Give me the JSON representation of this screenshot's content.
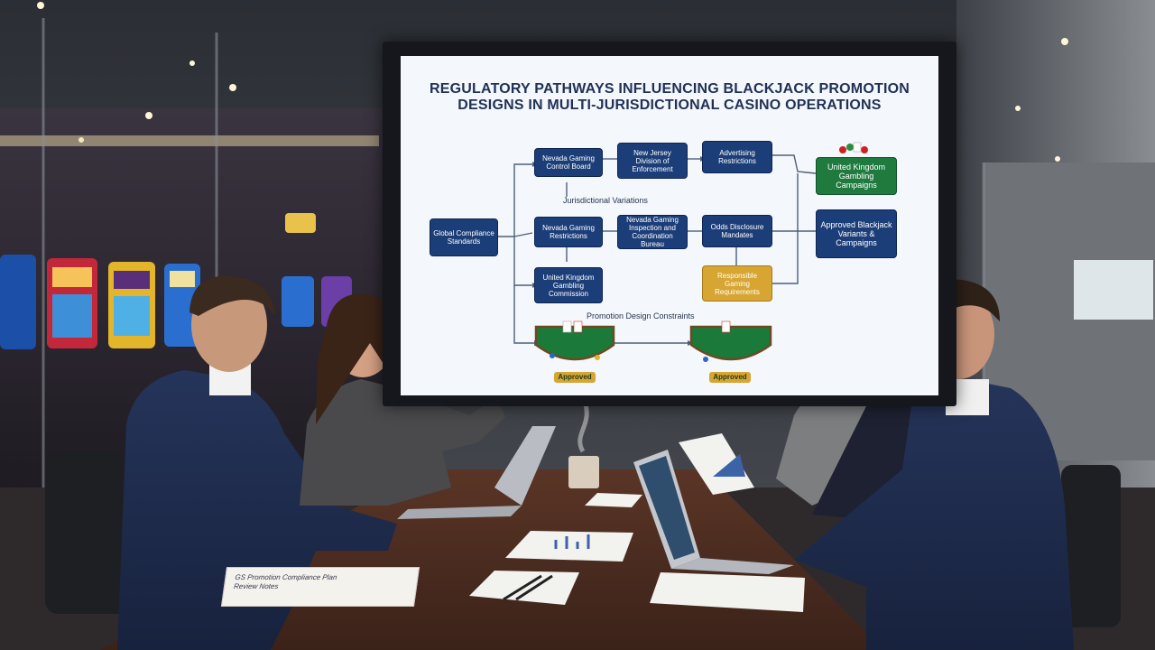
{
  "screen": {
    "title_line1": "REGULATORY PATHWAYS INFLUENCING BLACKJACK PROMOTION",
    "title_line2": "DESIGNS IN MULTI-JURISDICTIONAL CASINO OPERATIONS",
    "nodes": {
      "global": "Global Compliance Standards",
      "nevada": "Nevada Gaming Control Board",
      "nj": "New Jersey Division of Enforcement",
      "advertising": "Advertising Restrictions",
      "uk_campaign": "United Kingdom Gambling Campaigns",
      "nevada_restrict": "Nevada Gaming Restrictions",
      "inspection": "Nevada Gaming Inspection and Coordination Bureau",
      "odds": "Odds Disclosure Mandates",
      "approved_variants": "Approved Blackjack Variants & Campaigns",
      "uk_commission": "United Kingdom Gambling Commission",
      "responsible": "Responsible Gaming Requirements"
    },
    "label_jurisdictional": "Jurisdictional Variations",
    "label_promotion": "Promotion Design Constraints",
    "approved_left": "Approved",
    "approved_right": "Approved"
  },
  "documents": {
    "notebook_left": "GS Promotion Compliance Plan Review Notes"
  },
  "colors": {
    "node_blue": "#1c3e78",
    "node_green": "#1f7a3e",
    "node_gold": "#d7a532",
    "table_wood": "#4a2c20"
  }
}
